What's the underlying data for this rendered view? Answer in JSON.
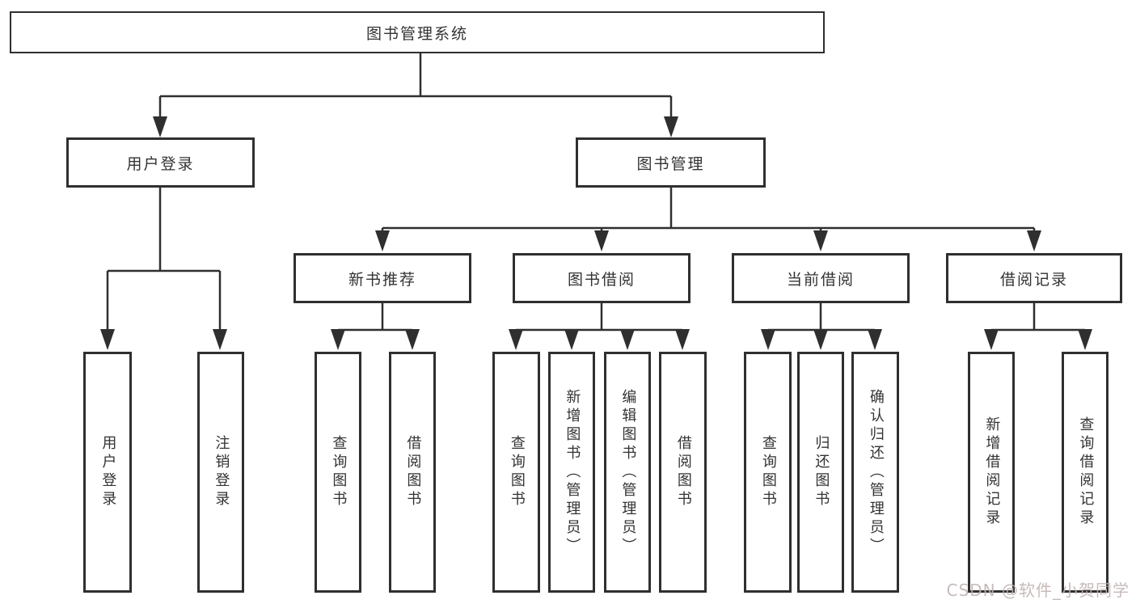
{
  "tree": {
    "title": "图书管理系统",
    "branches": [
      {
        "label": "用户登录",
        "leaves": [
          "用户登录",
          "注销登录"
        ]
      },
      {
        "label": "图书管理",
        "children": [
          {
            "label": "新书推荐",
            "leaves": [
              "查询图书",
              "借阅图书"
            ]
          },
          {
            "label": "图书借阅",
            "leaves": [
              "查询图书",
              "新增图书（管理员）",
              "编辑图书（管理员）",
              "借阅图书"
            ]
          },
          {
            "label": "当前借阅",
            "leaves": [
              "查询图书",
              "归还图书",
              "确认归还（管理员）"
            ]
          },
          {
            "label": "借阅记录",
            "leaves": [
              "新增借阅记录",
              "查询借阅记录"
            ]
          }
        ]
      }
    ]
  },
  "watermark": "CSDN @软件_小贺同学",
  "colors": {
    "line": "#2f2f2f",
    "text": "#333333",
    "watermark": "#c1b2b2",
    "background": "#ffffff"
  }
}
